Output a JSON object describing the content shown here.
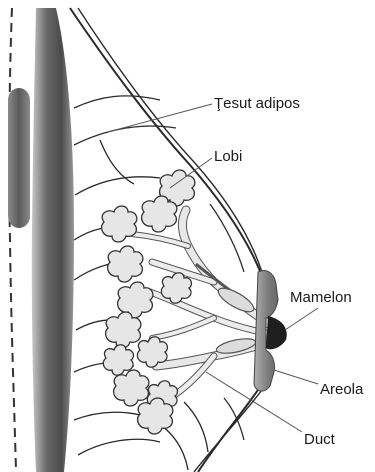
{
  "labels": {
    "adipose": "Ţesut adipos",
    "lobes": "Lobi",
    "nipple": "Mamelon",
    "areola": "Areola",
    "duct": "Duct"
  }
}
